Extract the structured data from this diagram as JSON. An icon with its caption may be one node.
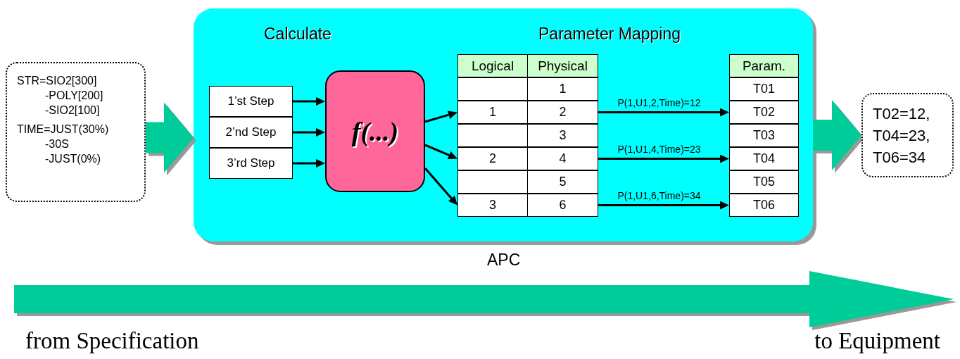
{
  "diagram": {
    "nodes": [
      {
        "text": [
          "Calculate",
          "Parameter Mapping"
        ],
        "beside": [
          "APC"
        ]
      },
      {
        "text": [
          "STR=SIO2[300]",
          "-POLY[200]",
          "-SIO2[100]",
          "TIME=JUST(30%)",
          "-30S",
          "-JUST(0%)"
        ]
      },
      {
        "text": [
          "1’st Step"
        ],
        "in": 0
      },
      {
        "text": [
          "2’nd Step"
        ],
        "in": 0
      },
      {
        "text": [
          "3’rd Step"
        ],
        "in": 0
      },
      {
        "text": [
          "f(...)"
        ],
        "in": 0
      },
      {
        "text": [
          "Logical"
        ],
        "in": 0
      },
      {
        "text": [
          "Physical"
        ],
        "in": 0
      },
      {
        "text": [],
        "shape": "box",
        "in": 0
      },
      {
        "text": [
          "1"
        ],
        "in": 0
      },
      {
        "text": [
          "1"
        ],
        "in": 0
      },
      {
        "text": [
          "2"
        ],
        "in": 0
      },
      {
        "text": [],
        "shape": "box",
        "in": 0
      },
      {
        "text": [
          "3"
        ],
        "in": 0
      },
      {
        "text": [
          "2"
        ],
        "in": 0
      },
      {
        "text": [
          "4"
        ],
        "in": 0
      },
      {
        "text": [],
        "shape": "box",
        "in": 0
      },
      {
        "text": [
          "5"
        ],
        "in": 0
      },
      {
        "text": [
          "3"
        ],
        "in": 0
      },
      {
        "text": [
          "6"
        ],
        "in": 0
      },
      {
        "text": [
          "Param."
        ],
        "in": 0
      },
      {
        "text": [
          "T01"
        ],
        "in": 0
      },
      {
        "text": [
          "T02"
        ],
        "in": 0
      },
      {
        "text": [
          "T03"
        ],
        "in": 0
      },
      {
        "text": [
          "T04"
        ],
        "in": 0
      },
      {
        "text": [
          "T05"
        ],
        "in": 0
      },
      {
        "text": [
          "T06"
        ],
        "in": 0
      },
      {
        "text": [
          "T02=12, T04=23, T06=34"
        ]
      }
    ],
    "edges": [
      {
        "from": 1,
        "to": 0,
        "arrow": "to",
        "style": "thick",
        "color": "#00cc99"
      },
      {
        "from": 0,
        "to": 27,
        "arrow": "to",
        "style": "thick",
        "color": "#00cc99"
      },
      {
        "from": 2,
        "to": 5,
        "arrow": "to"
      },
      {
        "from": 3,
        "to": 5,
        "arrow": "to"
      },
      {
        "from": 4,
        "to": 5,
        "arrow": "to"
      },
      {
        "from": 5,
        "to": 10,
        "arrow": "to"
      },
      {
        "from": 5,
        "to": 14,
        "arrow": "to"
      },
      {
        "from": 5,
        "to": 18,
        "arrow": "to"
      },
      {
        "from": 11,
        "to": 22,
        "arrow": "to",
        "label": "P(1,U1,2,Time)=12"
      },
      {
        "from": 15,
        "to": 24,
        "arrow": "to",
        "label": "P(1,U1,4,Time)=23"
      },
      {
        "from": 19,
        "to": 26,
        "arrow": "to",
        "label": "P(1,U1,6,Time)=34"
      }
    ],
    "labels": [
      "from Specification",
      "to Equipment"
    ]
  }
}
